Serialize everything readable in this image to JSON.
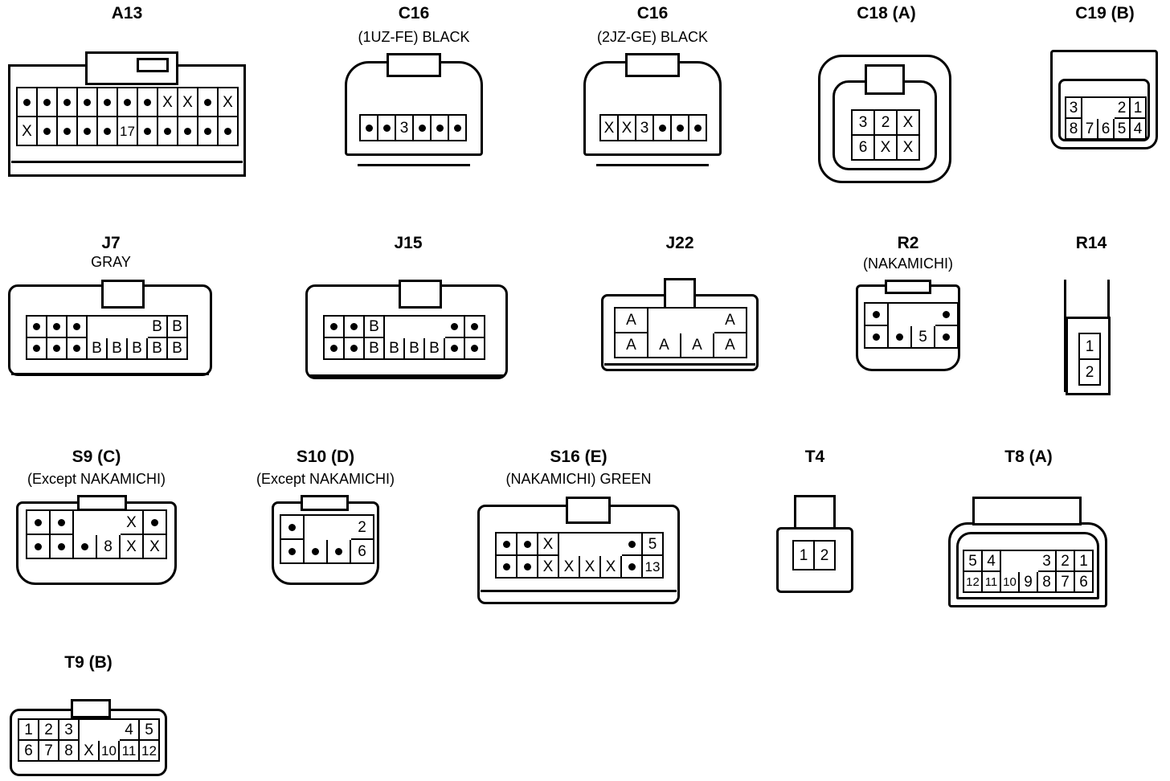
{
  "connectors": {
    "a13": {
      "name": "A13",
      "rows": [
        [
          "d",
          "d",
          "d",
          "d",
          "d",
          "d",
          "d",
          "X",
          "X",
          "d",
          "X"
        ],
        [
          "X",
          "d",
          "d",
          "d",
          "d",
          "17",
          "d",
          "d",
          "d",
          "d",
          "d"
        ]
      ]
    },
    "c16a": {
      "name": "C16",
      "sub": "(1UZ-FE)  BLACK",
      "rows": [
        [
          "d",
          "d",
          "3",
          "d",
          "d",
          "d"
        ]
      ]
    },
    "c16b": {
      "name": "C16",
      "sub": "(2JZ-GE)  BLACK",
      "rows": [
        [
          "X",
          "X",
          "3",
          "d",
          "d",
          "d"
        ]
      ]
    },
    "c18": {
      "name": "C18 (A)",
      "rows": [
        [
          "3",
          "2",
          "X"
        ],
        [
          "6",
          "X",
          "X"
        ]
      ]
    },
    "c19": {
      "name": "C19 (B)",
      "rows": [
        [
          "3",
          "",
          "",
          "2",
          "1"
        ],
        [
          "8",
          "7",
          "6",
          "5",
          "4"
        ]
      ]
    },
    "j7": {
      "name": "J7",
      "sub": "GRAY",
      "rows": [
        [
          "d",
          "d",
          "d",
          "",
          "",
          "",
          "B",
          "B"
        ],
        [
          "d",
          "d",
          "d",
          "B",
          "B",
          "B",
          "B",
          "B"
        ]
      ]
    },
    "j15": {
      "name": "J15",
      "rows": [
        [
          "d",
          "d",
          "B",
          "",
          "",
          "",
          "d",
          "d"
        ],
        [
          "d",
          "d",
          "B",
          "B",
          "B",
          "B",
          "d",
          "d"
        ]
      ]
    },
    "j22": {
      "name": "J22",
      "rows": [
        [
          "A",
          "",
          "",
          "A"
        ],
        [
          "A",
          "A",
          "A",
          "A"
        ]
      ]
    },
    "r2": {
      "name": "R2",
      "sub": "(NAKAMICHI)",
      "rows": [
        [
          "d",
          "",
          "",
          "d"
        ],
        [
          "d",
          "d",
          "5",
          "d"
        ]
      ]
    },
    "r14": {
      "name": "R14",
      "rows": [
        [
          "1"
        ],
        [
          "2"
        ]
      ]
    },
    "s9": {
      "name": "S9 (C)",
      "sub": "(Except NAKAMICHI)",
      "rows": [
        [
          "d",
          "d",
          "",
          "",
          "X",
          "d"
        ],
        [
          "d",
          "d",
          "d",
          "8",
          "X",
          "X"
        ]
      ]
    },
    "s10": {
      "name": "S10 (D)",
      "sub": "(Except NAKAMICHI)",
      "rows": [
        [
          "d",
          "",
          "",
          "2"
        ],
        [
          "d",
          "d",
          "d",
          "6"
        ]
      ]
    },
    "s16": {
      "name": "S16 (E)",
      "sub": "(NAKAMICHI)  GREEN",
      "rows": [
        [
          "d",
          "d",
          "X",
          "",
          "",
          "",
          "d",
          "5"
        ],
        [
          "d",
          "d",
          "X",
          "X",
          "X",
          "X",
          "d",
          "13"
        ]
      ]
    },
    "t4": {
      "name": "T4",
      "rows": [
        [
          "1",
          "2"
        ]
      ]
    },
    "t8": {
      "name": "T8 (A)",
      "rows": [
        [
          "5",
          "4",
          "",
          "",
          "3",
          "2",
          "1"
        ],
        [
          "12",
          "11",
          "10",
          "9",
          "8",
          "7",
          "6"
        ]
      ]
    },
    "t9": {
      "name": "T9 (B)",
      "rows": [
        [
          "1",
          "2",
          "3",
          "",
          "",
          "4",
          "5"
        ],
        [
          "6",
          "7",
          "8",
          "X",
          "10",
          "11",
          "12"
        ]
      ]
    }
  }
}
